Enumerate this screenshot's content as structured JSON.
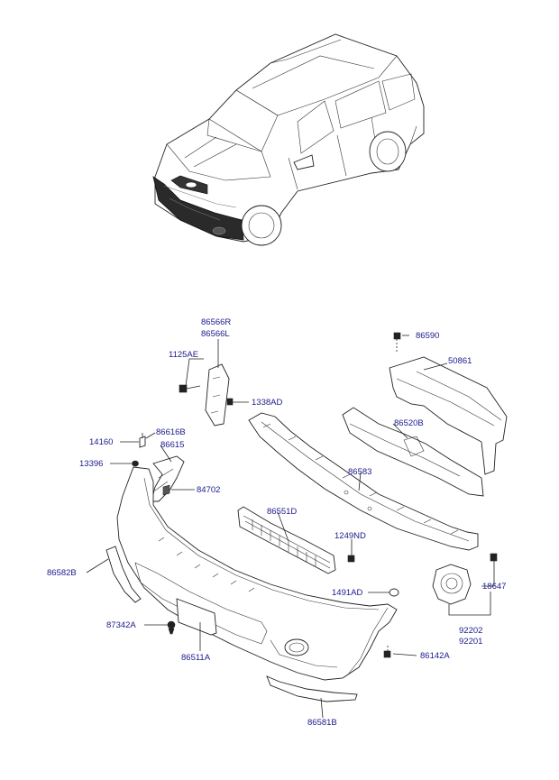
{
  "callouts": {
    "c86566R": "86566R",
    "c86566L": "86566L",
    "c1125AE": "1125AE",
    "c1338AD": "1338AD",
    "c86590": "86590",
    "c50861": "50861",
    "c14160": "14160",
    "c86616B": "86616B",
    "c86615": "86615",
    "c13396": "13396",
    "c84702": "84702",
    "c86520B": "86520B",
    "c86583": "86583",
    "c86551D": "86551D",
    "c1249ND": "1249ND",
    "c86582B": "86582B",
    "c1491AD": "1491AD",
    "c18647": "18647",
    "c87342A": "87342A",
    "c92202": "92202",
    "c92201": "92201",
    "c86511A": "86511A",
    "c86142A": "86142A",
    "c86581B": "86581B"
  },
  "colors": {
    "label": "#1a1a8c",
    "line": "#222222"
  }
}
